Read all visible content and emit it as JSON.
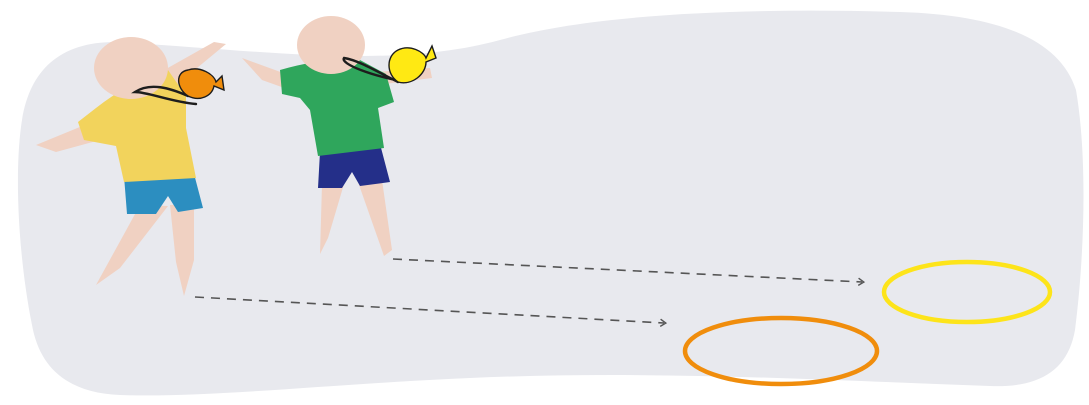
{
  "colors": {
    "background": "#ffffff",
    "floor": "#e8e9ee",
    "skin": "#f0d1c2",
    "child_1_shirt": "#f2d35c",
    "child_1_shorts": "#2c8ec0",
    "child_1_balloon": "#f08d0c",
    "child_2_shirt": "#2fa65c",
    "child_2_shorts": "#242f89",
    "child_2_balloon": "#ffe913",
    "balloon_string": "#1d1d1d",
    "path_dash": "#555555",
    "hoop_orange": "#f08d0c",
    "hoop_yellow": "#fde41a"
  },
  "scene": {
    "children": [
      {
        "shirt_color": "child_1_shirt",
        "shorts_color": "child_1_shorts",
        "balloon_color": "child_1_balloon",
        "target_hoop": "orange-hoop"
      },
      {
        "shirt_color": "child_2_shirt",
        "shorts_color": "child_2_shorts",
        "balloon_color": "child_2_balloon",
        "target_hoop": "yellow-hoop"
      }
    ],
    "hoops": [
      {
        "name": "orange-hoop",
        "color": "hoop_orange"
      },
      {
        "name": "yellow-hoop",
        "color": "hoop_yellow"
      }
    ]
  }
}
